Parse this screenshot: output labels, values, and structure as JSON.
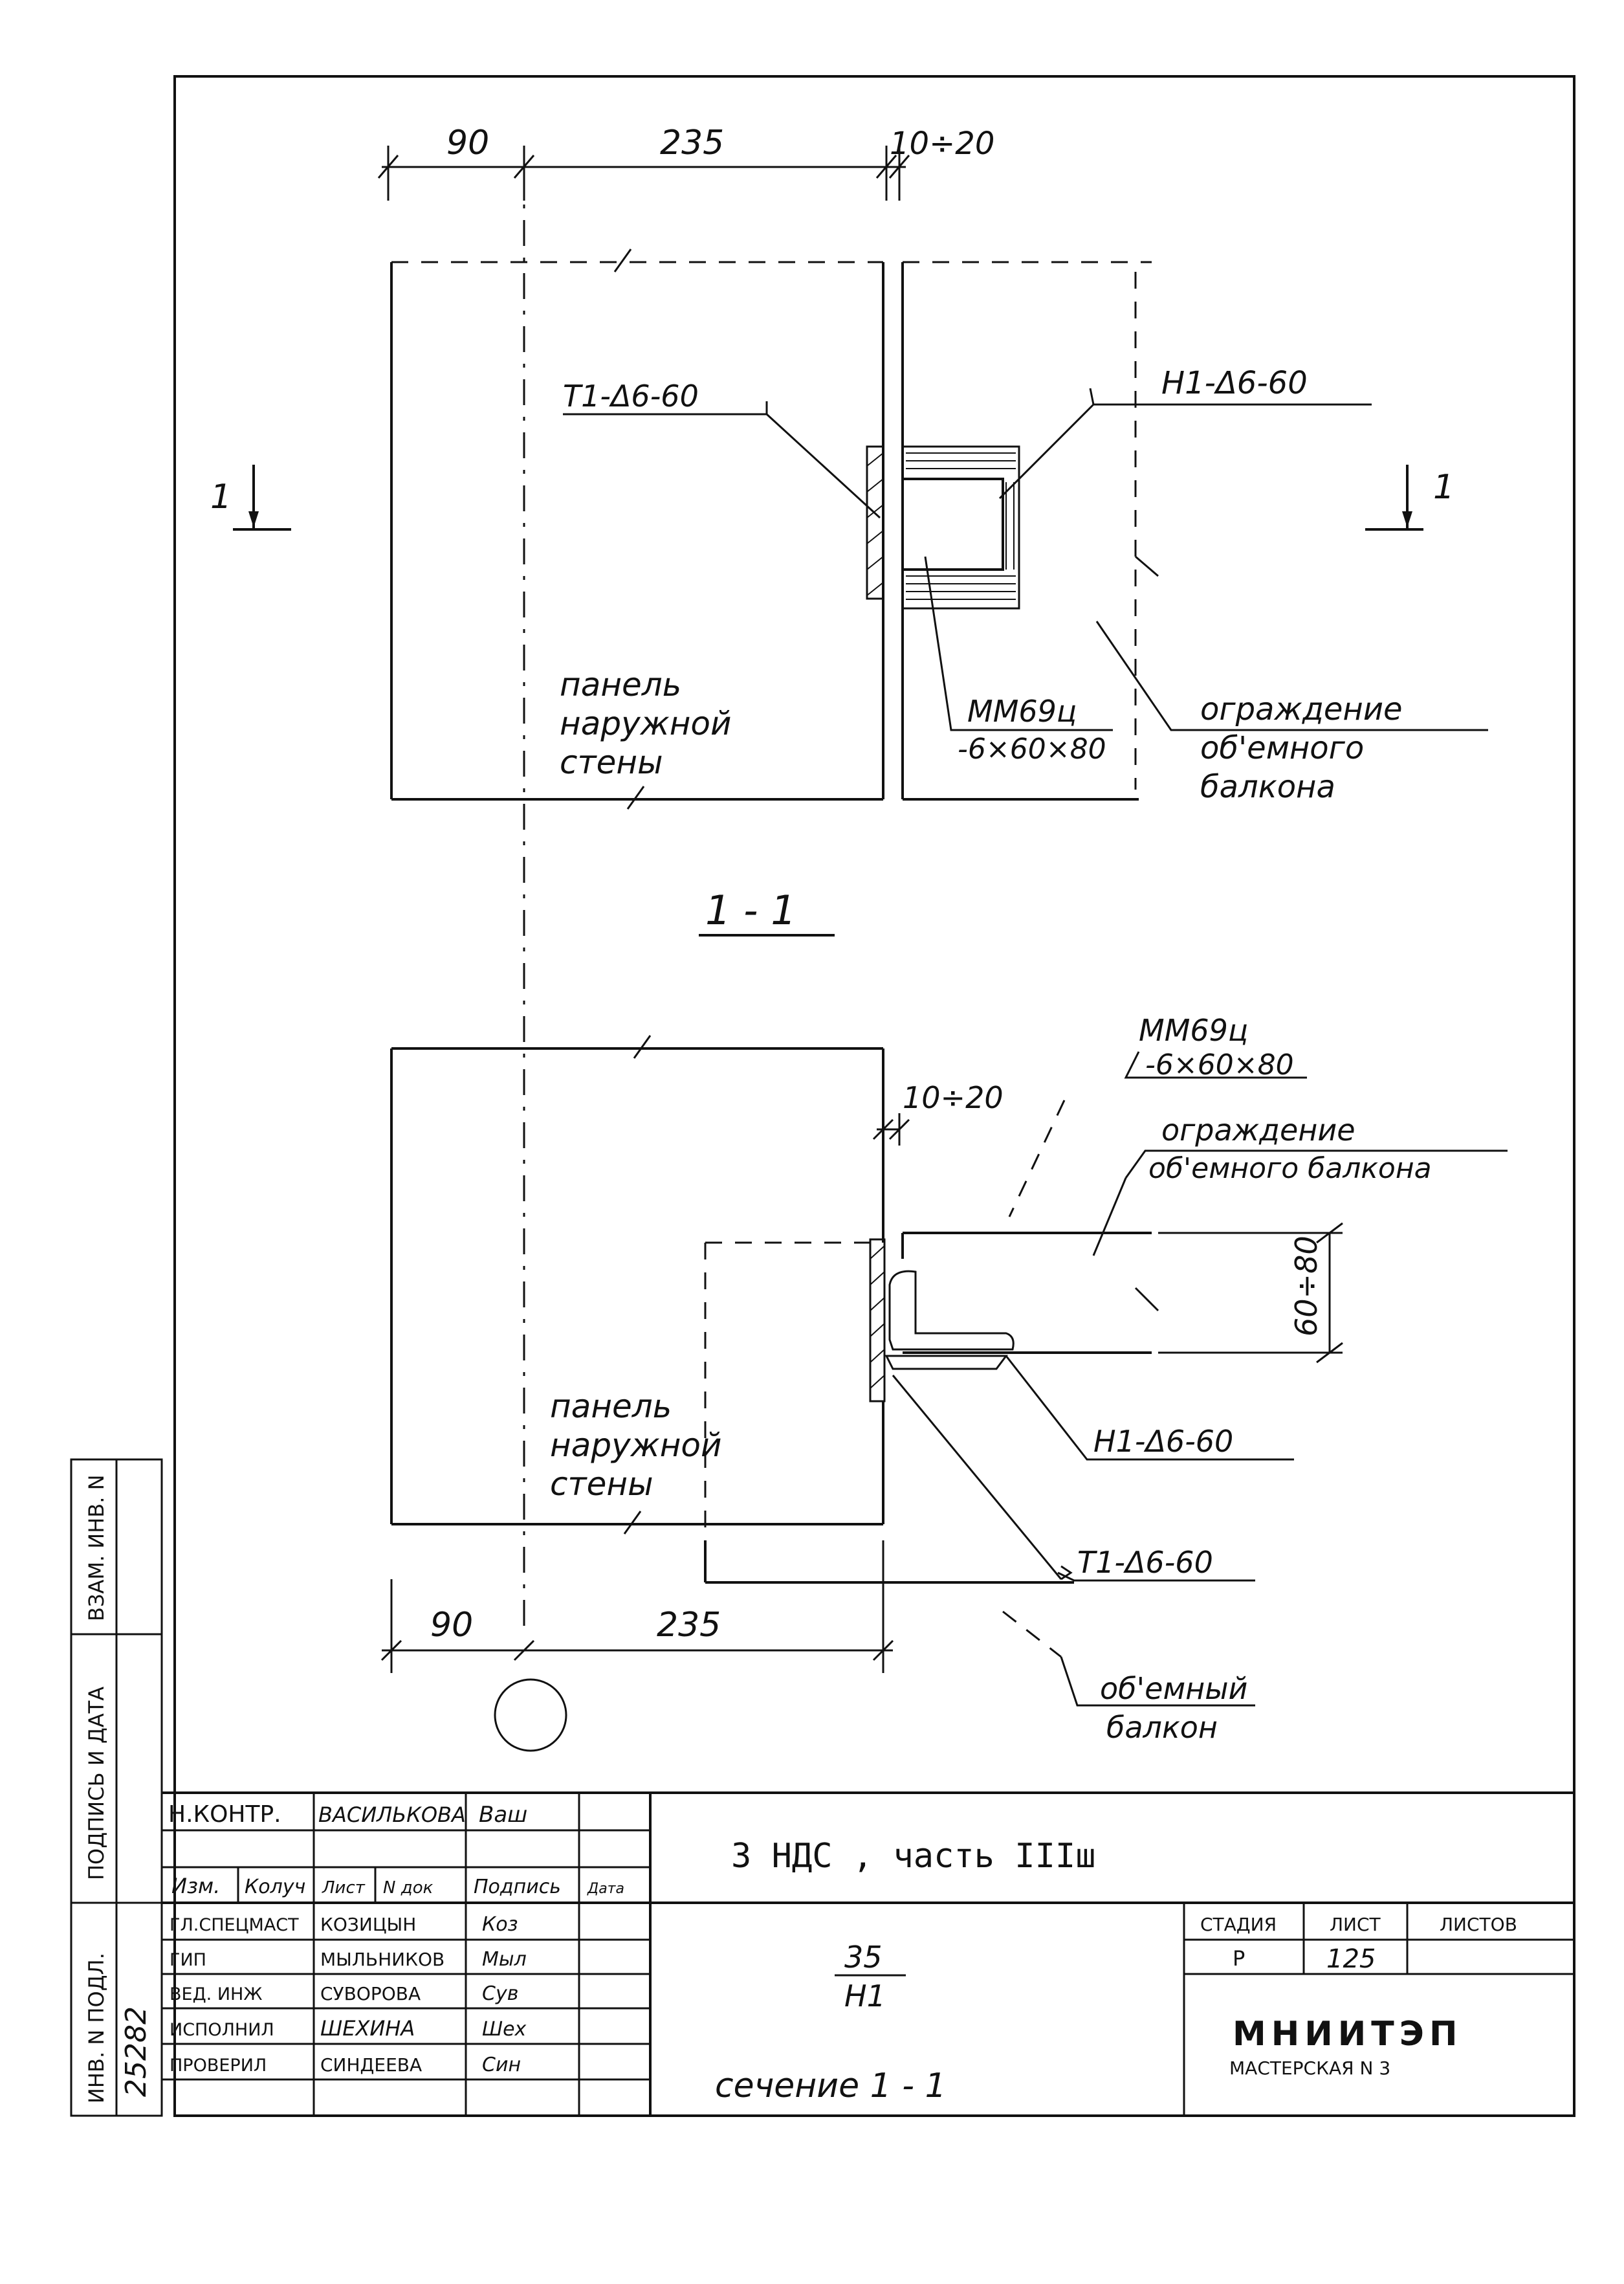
{
  "drawing": {
    "top": {
      "dim_left": "90",
      "dim_mid": "235",
      "dim_gap": "10÷20",
      "label_t1": "T1-Δ6-60",
      "label_h1": "H1-Δ6-60",
      "cut_marker": "1",
      "panel_text": [
        "панель",
        "наружной",
        "стены"
      ],
      "plate_text": [
        "MM69ц",
        "-6×60×80"
      ],
      "fence_text": [
        "ограждение",
        "об'емного",
        "балкона"
      ]
    },
    "section_title": "1 - 1",
    "bottom": {
      "plate_text": [
        "MM69ц",
        "-6×60×80"
      ],
      "dim_gap": "10÷20",
      "fence_text": [
        "ограждение",
        "об'емного балкона"
      ],
      "dim_height": "60÷80",
      "label_h1": "H1-Δ6-60",
      "panel_text": [
        "панель",
        "наружной",
        "стены"
      ],
      "label_t1": "T1-Δ6-60",
      "dim_left": "90",
      "dim_mid": "235",
      "balcony_text": [
        "об'емный",
        "балкон"
      ]
    }
  },
  "side_stamp": {
    "inv_podl": "ИНВ. N ПОДЛ.",
    "podpis_data": "ПОДПИСЬ И ДАТА",
    "vzam_inv": "ВЗАМ. ИНВ. N",
    "inv_number": "25282"
  },
  "title_block": {
    "control_role": "Н.КОНТР.",
    "control_name": "ВАСИЛЬКОВА",
    "control_sign": "Ваш",
    "hdr_izm": "Изм.",
    "hdr_koluch": "Колуч",
    "hdr_list": "Лист",
    "hdr_ndok": "N док",
    "hdr_podpis": "Подпись",
    "hdr_data": "Дата",
    "rows": [
      {
        "role": "ГЛ.СПЕЦМАСТ",
        "name": "КОЗИЦЫН",
        "sign": "Коз"
      },
      {
        "role": "ГИП",
        "name": "МЫЛЬНИКОВ",
        "sign": "Мыл"
      },
      {
        "role": "ВЕД. ИНЖ",
        "name": "СУВОРОВА",
        "sign": "Сув"
      },
      {
        "role": "ИСПОЛНИЛ",
        "name": "ШЕХИНА",
        "sign": "Шех"
      },
      {
        "role": "ПРОВЕРИЛ",
        "name": "СИНДЕЕВА",
        "sign": "Син"
      }
    ],
    "project": "3 НДС , часть IIIш",
    "code_top": "35",
    "code_bottom": "H1",
    "sheet_title": "сечение 1 - 1",
    "stage_label": "СТАДИЯ",
    "list_label": "ЛИСТ",
    "lists_label": "ЛИСТОВ",
    "stage_value": "Р",
    "list_value": "125",
    "lists_value": "",
    "org_name": "МНИИТЭП",
    "org_sub": "МАСТЕРСКАЯ N 3"
  }
}
